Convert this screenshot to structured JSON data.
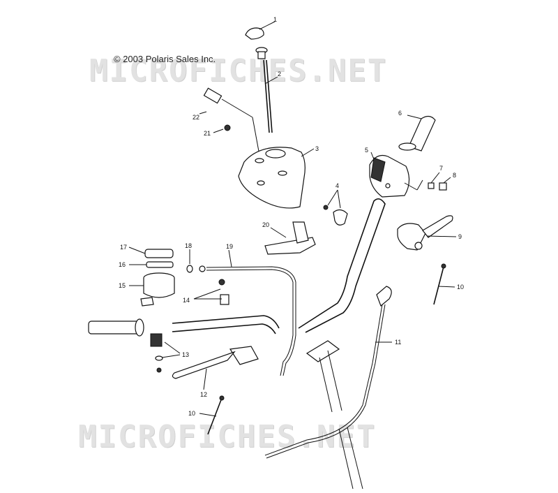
{
  "copyright": "© 2003 Polaris Sales Inc.",
  "watermark": "MICROFICHES.NET",
  "callouts": {
    "c1": "1",
    "c2": "2",
    "c3": "3",
    "c4": "4",
    "c5": "5",
    "c6": "6",
    "c7": "7",
    "c8": "8",
    "c9": "9",
    "c10a": "10",
    "c10b": "10",
    "c11": "11",
    "c12": "12",
    "c13": "13",
    "c14": "14",
    "c15": "15",
    "c16": "16",
    "c17": "17",
    "c18": "18",
    "c19": "19",
    "c20": "20",
    "c21": "21",
    "c22": "22"
  },
  "colors": {
    "line": "#111111",
    "watermark": "#e2e2e2"
  }
}
